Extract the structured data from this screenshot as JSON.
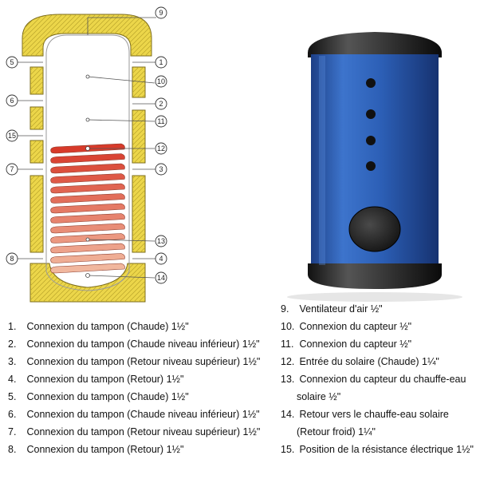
{
  "callouts": [
    {
      "id": "c1",
      "label": "1"
    },
    {
      "id": "c2",
      "label": "2"
    },
    {
      "id": "c3",
      "label": "3"
    },
    {
      "id": "c4",
      "label": "4"
    },
    {
      "id": "c5",
      "label": "5"
    },
    {
      "id": "c6",
      "label": "6"
    },
    {
      "id": "c7",
      "label": "7"
    },
    {
      "id": "c8",
      "label": "8"
    },
    {
      "id": "c9",
      "label": "9"
    },
    {
      "id": "c10",
      "label": "10"
    },
    {
      "id": "c11",
      "label": "11"
    },
    {
      "id": "c12",
      "label": "12"
    },
    {
      "id": "c13",
      "label": "13"
    },
    {
      "id": "c14",
      "label": "14"
    },
    {
      "id": "c15",
      "label": "15"
    }
  ],
  "legend": {
    "items": [
      {
        "num": "1.",
        "text": "Connexion du tampon (Chaude) 1½\""
      },
      {
        "num": "2.",
        "text": "Connexion du tampon (Chaude niveau inférieur) 1½\""
      },
      {
        "num": "3.",
        "text": "Connexion du tampon (Retour niveau supérieur) 1½\""
      },
      {
        "num": "4.",
        "text": "Connexion du tampon (Retour) 1½\""
      },
      {
        "num": "5.",
        "text": "Connexion du tampon (Chaude) 1½\""
      },
      {
        "num": "6.",
        "text": "Connexion du tampon (Chaude niveau inférieur) 1½\""
      },
      {
        "num": "7.",
        "text": "Connexion du tampon (Retour niveau supérieur) 1½\""
      },
      {
        "num": "8.",
        "text": "Connexion du tampon (Retour) 1½\""
      },
      {
        "num": "9.",
        "text": "Ventilateur d'air ½\""
      },
      {
        "num": "10.",
        "text": "Connexion du capteur ½\""
      },
      {
        "num": "11.",
        "text": "Connexion du capteur ½\""
      },
      {
        "num": "12.",
        "text": "Entrée du solaire (Chaude) 1¼\""
      },
      {
        "num": "13.",
        "text": "Connexion du capteur du chauffe-eau solaire ½\""
      },
      {
        "num": "14.",
        "text": "Retour vers le chauffe-eau solaire (Retour froid) 1¼\""
      },
      {
        "num": "15.",
        "text": "Position de la résistance électrique 1½\""
      }
    ]
  },
  "colors": {
    "insulation": "#ecd64a",
    "coil_hot": "#d73a2a",
    "coil_cool": "#f1b79e",
    "tank_blue": "#2f61b8",
    "tank_black": "#1b1b1b"
  }
}
